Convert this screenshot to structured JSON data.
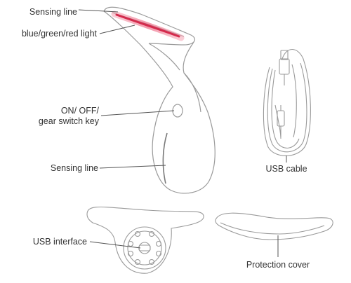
{
  "labels": {
    "sensing_line_top": "Sensing line",
    "light": "blue/green/red light",
    "switch_line1": "ON/ OFF/",
    "switch_line2": "gear switch key",
    "sensing_line_body": "Sensing line",
    "usb_cable": "USB cable",
    "usb_interface": "USB interface",
    "protection_cover": "Protection cover"
  },
  "colors": {
    "outline": "#9a9a9a",
    "leader": "#555555",
    "light_glow": "#f06b84",
    "light_core": "#d42a4c"
  }
}
